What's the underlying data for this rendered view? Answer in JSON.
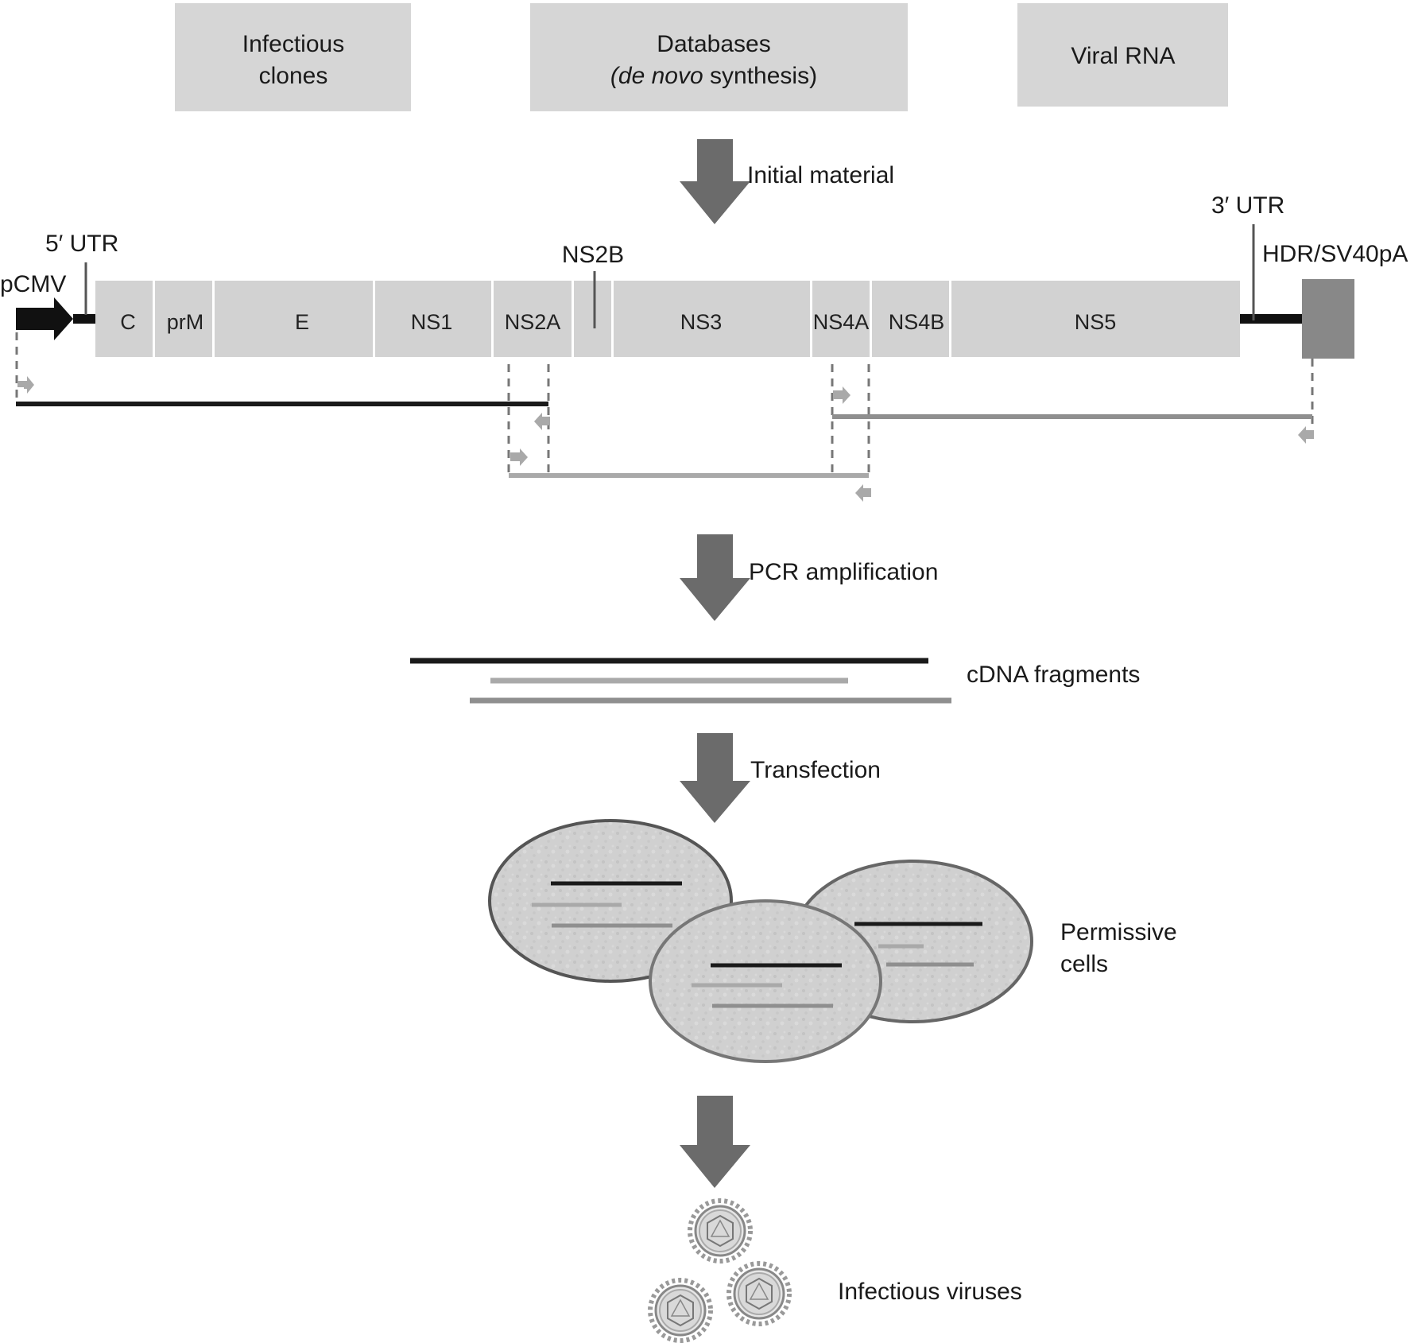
{
  "sources": [
    {
      "id": "infectious-clones",
      "lines": [
        "Infectious",
        "clones"
      ]
    },
    {
      "id": "databases",
      "lines": [
        "Databases",
        "synthesis)"
      ],
      "italic_prefix": "(de novo"
    },
    {
      "id": "viral-rna",
      "lines": [
        "Viral RNA"
      ]
    }
  ],
  "steps": {
    "initial_material": "Initial material",
    "pcr_amplification": "PCR amplification",
    "transfection": "Transfection"
  },
  "genome": {
    "promoter": "pCMV",
    "utr5": "5′ UTR",
    "utr3": "3′ UTR",
    "terminator": "HDR/SV40pA",
    "ns2b": "NS2B",
    "segments": [
      "C",
      "prM",
      "E",
      "NS1",
      "NS2A",
      "NS3",
      "NS4A",
      "NS4B",
      "NS5"
    ]
  },
  "outputs": {
    "cdna_fragments": "cDNA fragments",
    "permissive_cells_line1": "Permissive",
    "permissive_cells_line2": "cells",
    "infectious_viruses": "Infectious viruses"
  },
  "colors": {
    "source_box": "#d6d6d6",
    "segment_box": "#d2d2d2",
    "arrow": "#6b6b6b",
    "fragment_black": "#1a1a1a",
    "fragment_light": "#a9a9a9",
    "fragment_mid": "#8f8f8f",
    "cell_fill": "#cfcfcf",
    "cell_stroke": "#666666"
  }
}
